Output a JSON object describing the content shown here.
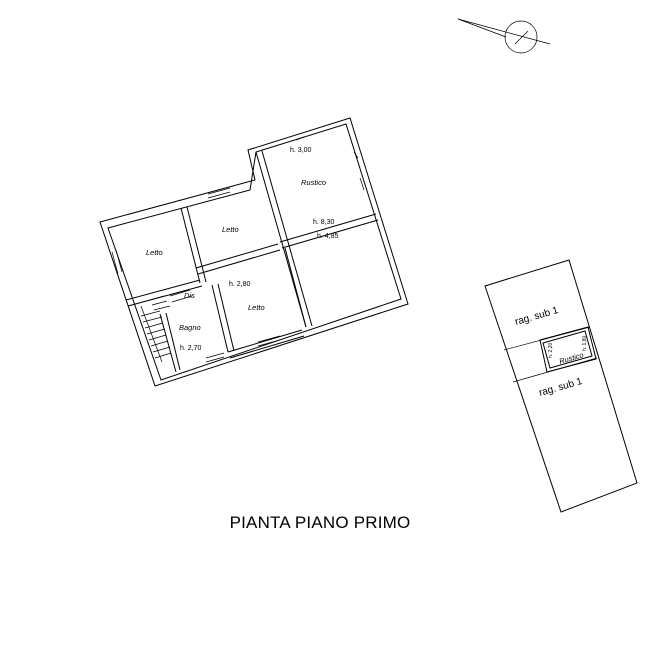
{
  "title": "PIANTA PIANO PRIMO",
  "rooms": {
    "letto_left": "Letto",
    "letto_top": "Letto",
    "letto_mid": "Letto",
    "dis": "Dis",
    "bagno": "Bagno",
    "rustico_main": "Rustico",
    "rustico_small": "Rustico"
  },
  "heights": {
    "rustico_top": "h. 3,00",
    "rustico_bottom": "h. 8,30",
    "second": "h. 4,85",
    "letto": "h. 2,80",
    "bagno": "h. 2,70",
    "small_left": "h. 2,20",
    "small_right": "h. 1,80"
  },
  "annex": {
    "rag_sub_top": "rag. sub 1",
    "rag_sub_bottom": "rag. sub 1"
  },
  "icons": [
    "north-arrow-icon",
    "stairs-icon"
  ]
}
